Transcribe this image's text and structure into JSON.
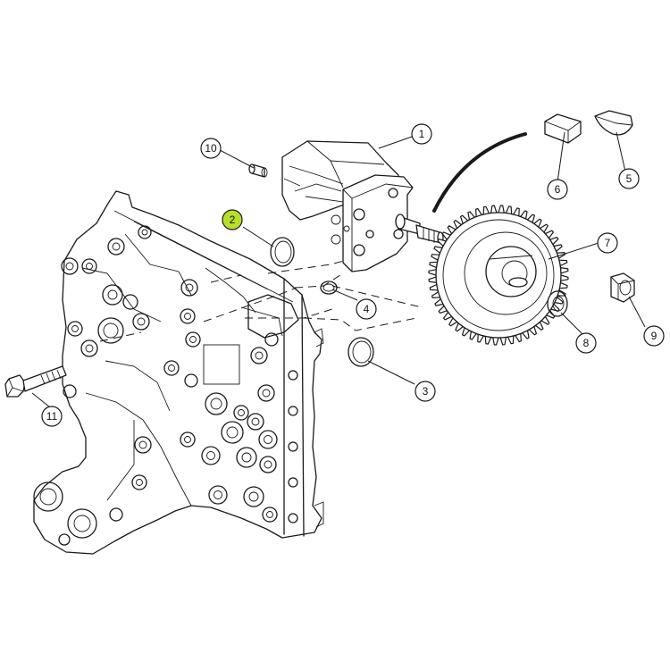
{
  "colors": {
    "line": "#1a1a1a",
    "background": "#ffffff",
    "highlight": "#b8e02a",
    "callout_fill": "#ffffff"
  },
  "callouts": [
    {
      "id": "c1",
      "label": "1",
      "part": "pump-body",
      "highlighted": false
    },
    {
      "id": "c2",
      "label": "2",
      "part": "o-ring-large",
      "highlighted": true
    },
    {
      "id": "c3",
      "label": "3",
      "part": "o-ring-lower",
      "highlighted": false
    },
    {
      "id": "c4",
      "label": "4",
      "part": "o-ring-small",
      "highlighted": false
    },
    {
      "id": "c5",
      "label": "5",
      "part": "woodruff-key",
      "highlighted": false
    },
    {
      "id": "c6",
      "label": "6",
      "part": "key",
      "highlighted": false
    },
    {
      "id": "c7",
      "label": "7",
      "part": "gear",
      "highlighted": false
    },
    {
      "id": "c8",
      "label": "8",
      "part": "washer",
      "highlighted": false
    },
    {
      "id": "c9",
      "label": "9",
      "part": "nut",
      "highlighted": false
    },
    {
      "id": "c10",
      "label": "10",
      "part": "dowel-pin",
      "highlighted": false
    },
    {
      "id": "c11",
      "label": "11",
      "part": "bolt",
      "highlighted": false
    }
  ]
}
